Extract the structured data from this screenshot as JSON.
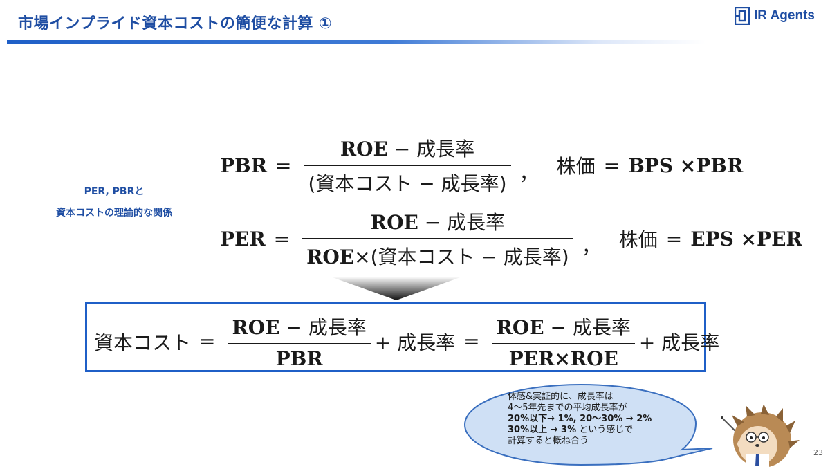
{
  "header": {
    "title": "市場インプライド資本コストの簡便な計算 ①",
    "logo_text": "IR Agents"
  },
  "side_label": {
    "line1": "PER, PBRと",
    "line2": "資本コストの理論的な関係"
  },
  "pbr_formula": {
    "lhs": "PBR",
    "eq": "=",
    "num_bold": "ROE",
    "num_rest": " − 成長率",
    "den": "(資本コスト − 成長率)",
    "comma": "，",
    "price_label": "株価",
    "price_eq": "=",
    "price_rhs": "BPS ×PBR"
  },
  "per_formula": {
    "lhs": "PER",
    "eq": "=",
    "num_bold": "ROE",
    "num_rest": " − 成長率",
    "den_bold": "ROE",
    "den_rest": "×(資本コスト − 成長率)",
    "comma": "，",
    "price_label": "株価",
    "price_eq": "=",
    "price_rhs": "EPS ×PER"
  },
  "result_formula": {
    "lhs": "資本コスト",
    "eq1": "=",
    "frac1_num_bold": "ROE",
    "frac1_num_rest": " − 成長率",
    "frac1_den": "PBR",
    "plus1": "+ 成長率",
    "eq2": "=",
    "frac2_num_bold": "ROE",
    "frac2_num_rest": " − 成長率",
    "frac2_den": "PER×ROE",
    "plus2": "+ 成長率"
  },
  "bubble": {
    "line1": "体感&実証的に、成長率は",
    "line2": "4〜5年先までの平均成長率が",
    "line3": "20%以下→ 1%, 20〜30% → 2%",
    "line4_bold": "30%以上 → 3%",
    "line4_rest": " という感じで",
    "line5": "計算すると概ね合う"
  },
  "page_number": "23",
  "colors": {
    "accent": "#1f4ea3",
    "box_border": "#1f5fc7",
    "bubble_fill": "#cfe0f5",
    "bubble_stroke": "#3a6fbf"
  }
}
